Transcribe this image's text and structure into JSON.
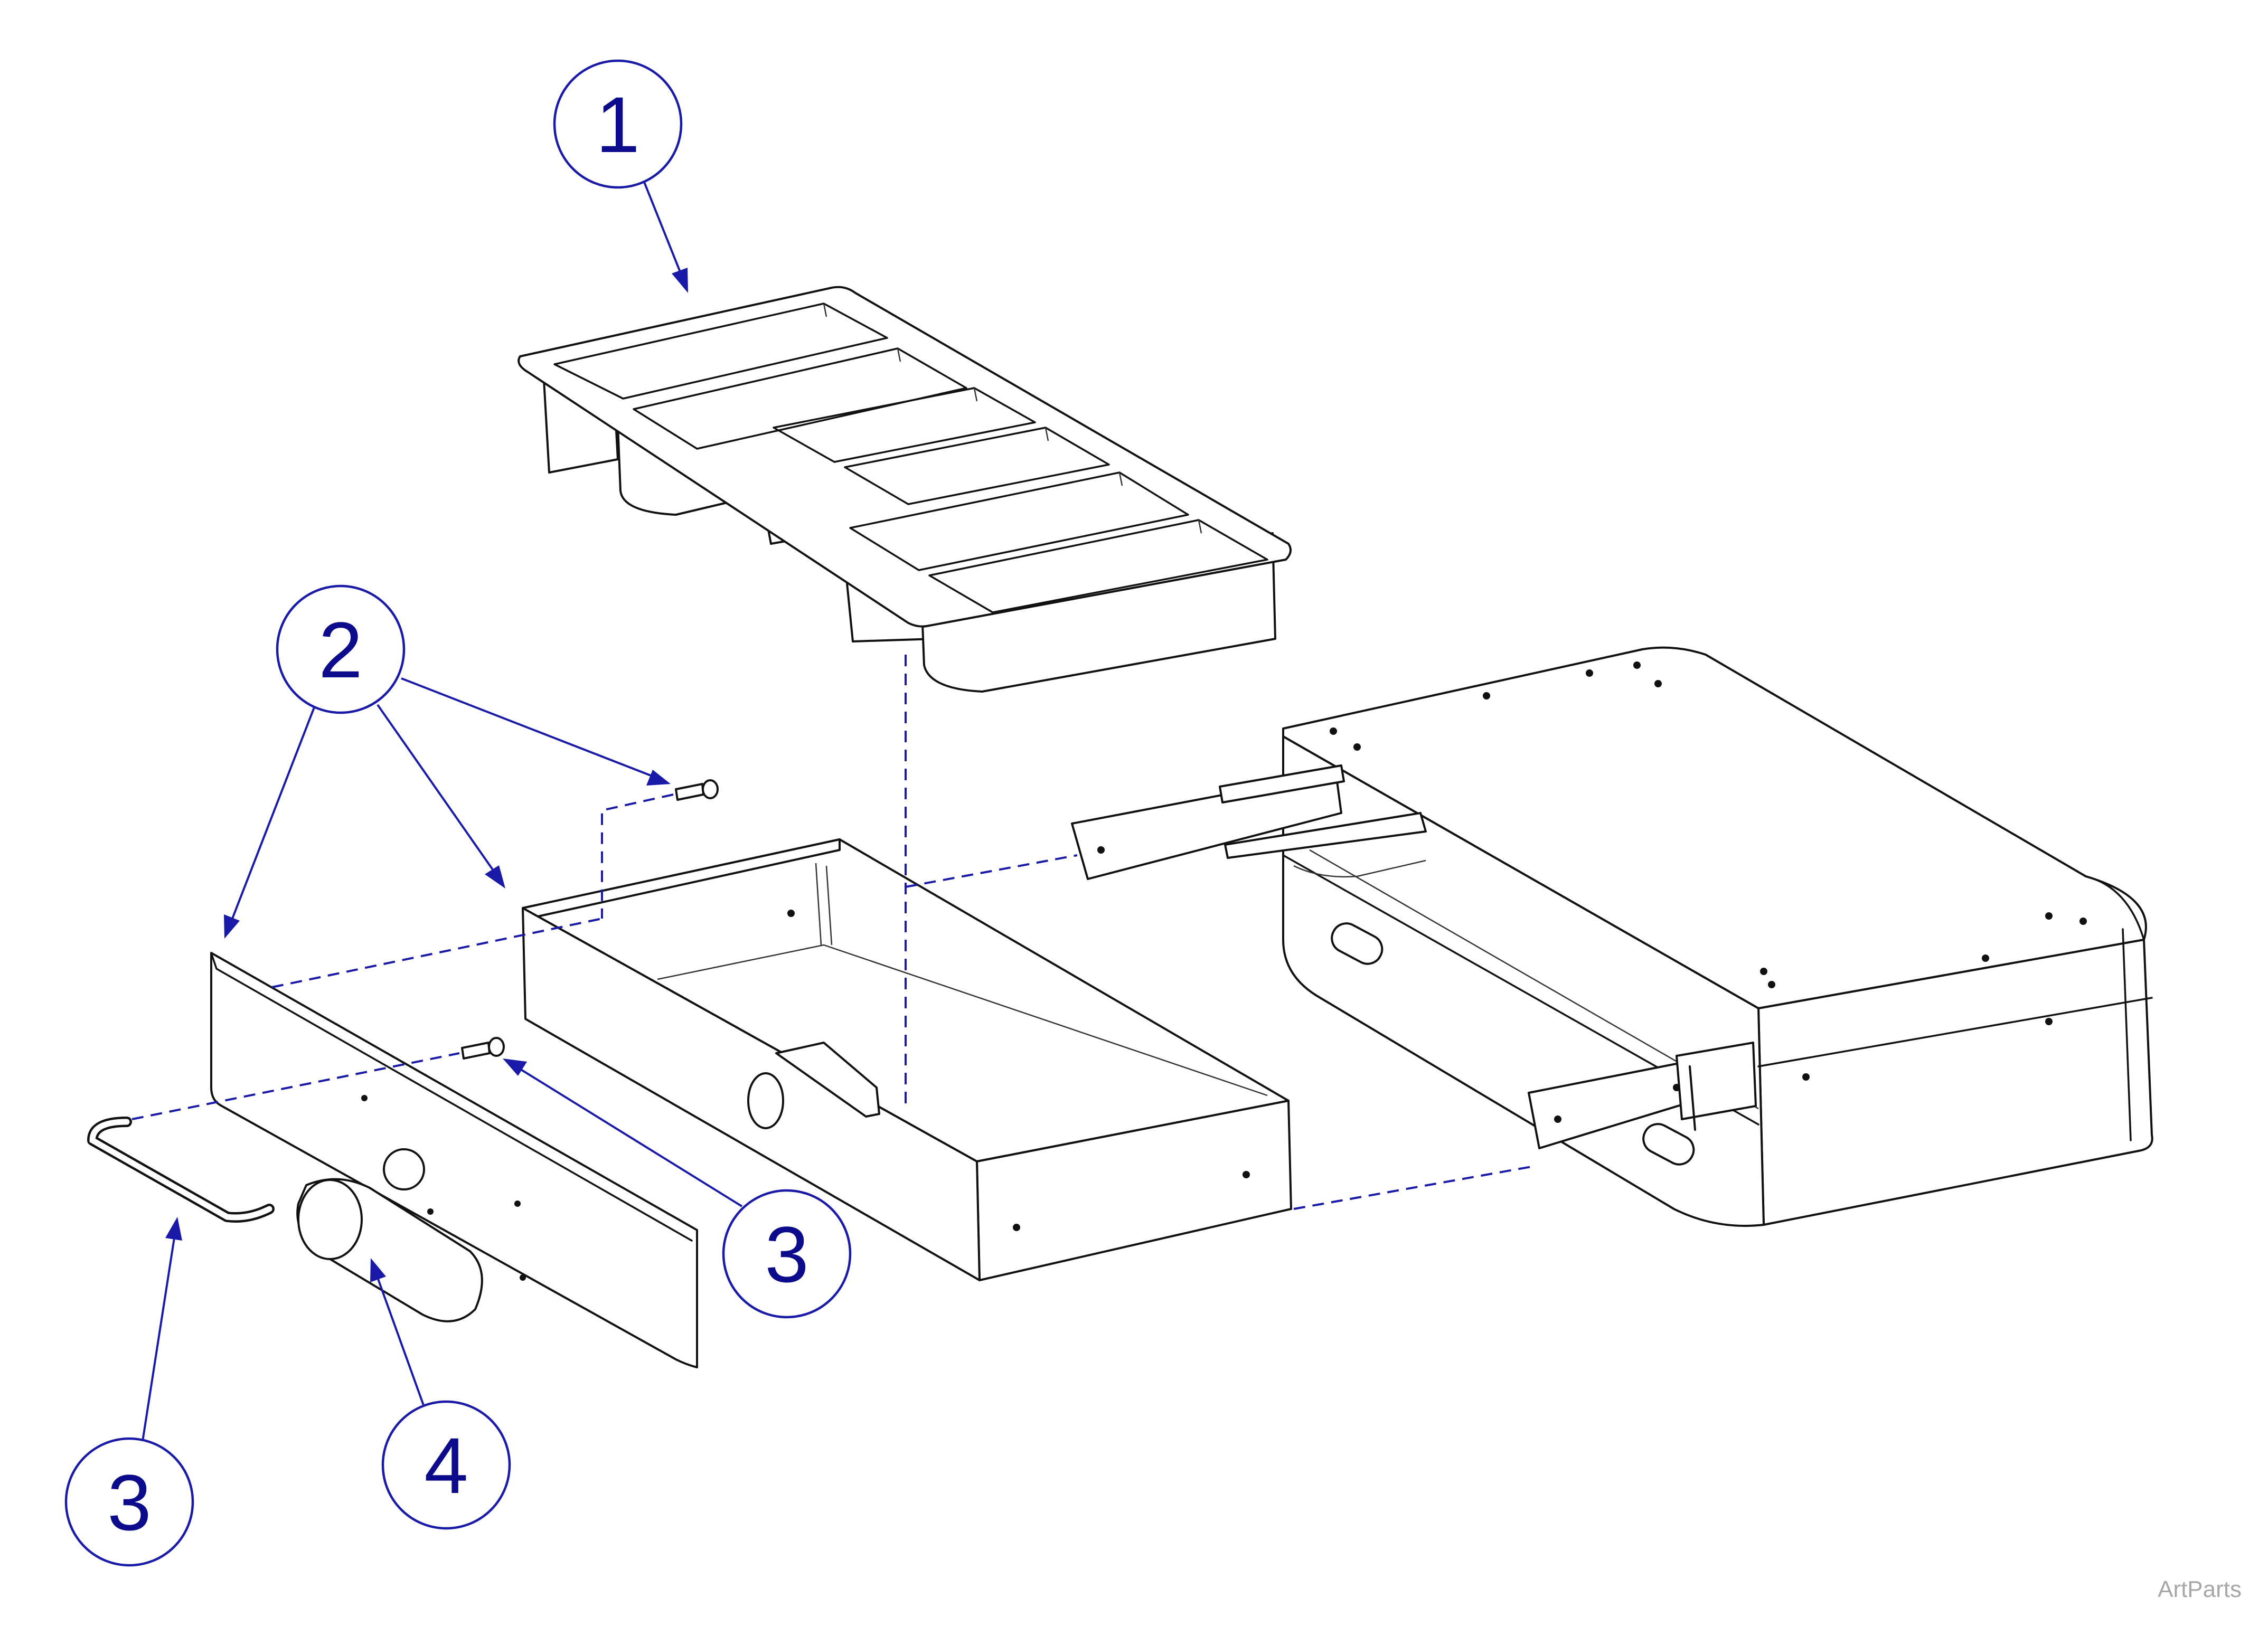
{
  "callouts": [
    {
      "id": "callout-1",
      "label": "1"
    },
    {
      "id": "callout-2",
      "label": "2"
    },
    {
      "id": "callout-3-upper",
      "label": "3"
    },
    {
      "id": "callout-3-lower",
      "label": "3"
    },
    {
      "id": "callout-4",
      "label": "4"
    }
  ],
  "watermark": "ArtParts",
  "colors": {
    "callout": "#1a1aa8",
    "outline": "#111111",
    "watermark": "#a7a7a7"
  }
}
